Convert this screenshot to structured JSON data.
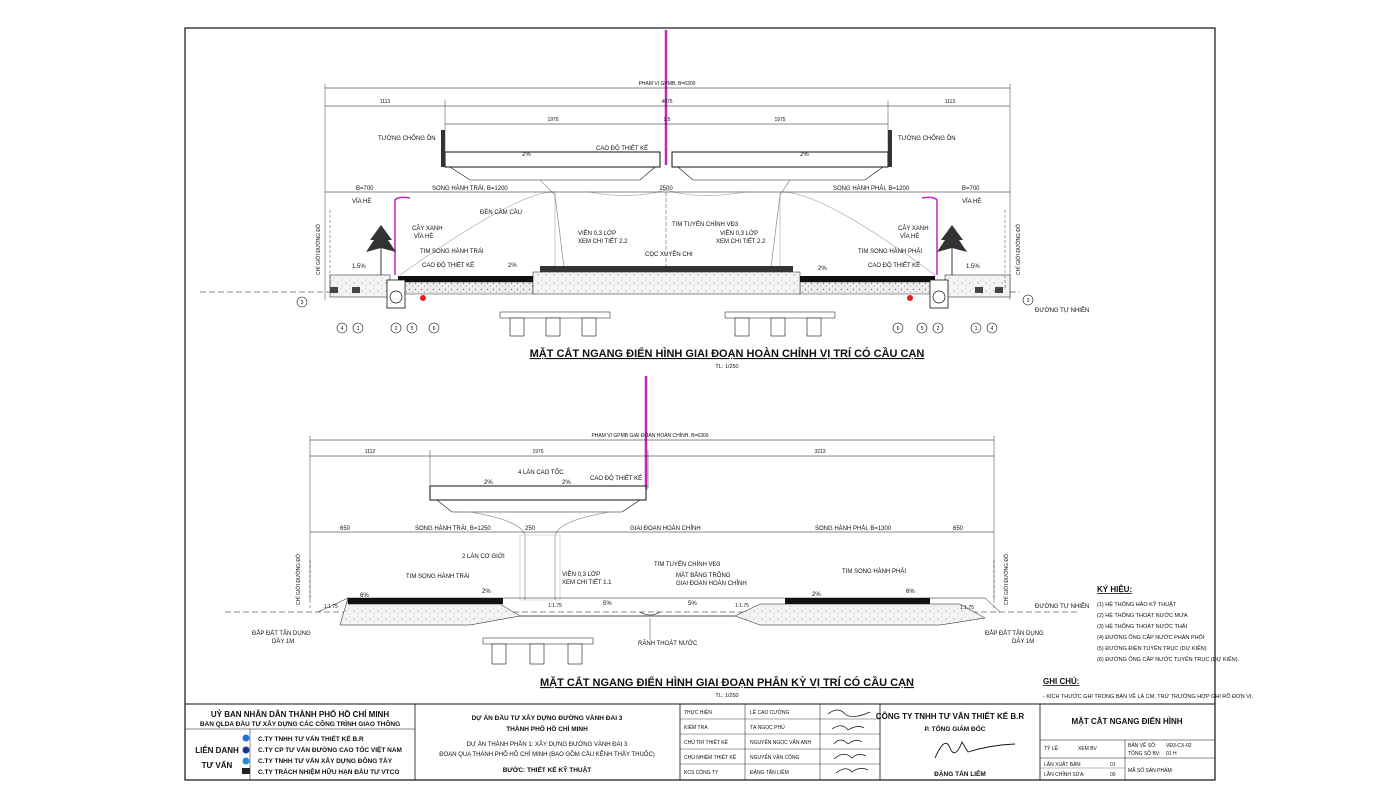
{
  "section1": {
    "title": "MẶT CẮT NGANG ĐIỂN HÌNH GIAI ĐOẠN HOÀN CHỈNH VỊ TRÍ CÓ CẦU CẠN",
    "scale": "TL: 1/250",
    "overall_dim": "PHẠM VI GPMB, B=6300",
    "dims": [
      "1113",
      "4075",
      "1113",
      "1975",
      "1.5",
      "1975",
      "B=700",
      "2500",
      "B=700"
    ],
    "labels": {
      "noise_wall_left": "TƯỜNG CHỐNG ỒN",
      "noise_wall_right": "TƯỜNG CHỐNG ỒN",
      "design_elev_top": "CAO ĐỘ THIẾT KẾ",
      "slope_left": "2%",
      "slope_right": "2%",
      "frontage_left": "SONG HÀNH TRÁI, B=1200",
      "frontage_right": "SONG HÀNH PHẢI, B=1200",
      "sidewalk_left": "VỈA HÈ",
      "sidewalk_right": "VỈA HÈ",
      "bridge_light": "ĐÈN CẦM CẦU",
      "tree_left": "CÂY XANH",
      "tree_left2": "VỈA HÈ",
      "tree_right": "CÂY XANH",
      "tree_right2": "VỈA HÈ",
      "centerline": "TIM TUYẾN CHÍNH VĐ3",
      "curb_left": "VIỀN 0,3 LỚP",
      "curb_left2": "XEM CHI TIẾT 2.2",
      "curb_right": "VIỀN 0,3 LỚP",
      "curb_right2": "XEM CHI TIẾT 2.2",
      "frontage_center_left": "TIM SONG HÀNH TRÁI",
      "frontage_center_right": "TIM SONG HÀNH PHẢI",
      "design_elev_left": "CAO ĐỘ THIẾT KẾ",
      "design_elev_right": "CAO ĐỘ THIẾT KẾ",
      "median": "CỌC XUYÊN CHI",
      "row_left": "CHỈ GIỚI ĐƯỜNG ĐỎ",
      "row_right": "CHỈ GIỚI ĐƯỜNG ĐỎ",
      "natural_ground": "ĐƯỜNG TỰ NHIÊN",
      "slope_l2": "2%",
      "slope_r2": "2%",
      "slope_l3": "1.5%",
      "slope_r3": "1.5%"
    },
    "markers_left": [
      "3",
      "4",
      "1",
      "2",
      "5",
      "6"
    ],
    "markers_right": [
      "6",
      "5",
      "2",
      "1",
      "4",
      "3"
    ]
  },
  "section2": {
    "title": "MẶT CẮT NGANG ĐIỂN HÌNH GIAI ĐOẠN PHÂN KỲ VỊ TRÍ CÓ CẦU CẠN",
    "scale": "TL: 1/250",
    "overall_dim": "PHẠM VI GPMB GIAI ĐOẠN HOÀN CHỈNH, B=6300",
    "dims": [
      "1112",
      "1975",
      "3213",
      "650",
      "250",
      "650"
    ],
    "labels": {
      "lanes": "4 LÀN CAO TỐC",
      "design_elev": "CAO ĐỘ THIẾT KẾ",
      "slope_a": "2%",
      "slope_b": "2%",
      "frontage_left": "SONG HÀNH TRÁI, B=1250",
      "final_stage": "GIAI ĐOẠN HOÀN CHỈNH",
      "frontage_right": "SONG HÀNH PHẢI, B=1300",
      "two_lanes": "2 LÀN CƠ GIỚI",
      "curb": "VIỀN 0,3 LỚP",
      "curb2": "XEM CHI TIẾT 1.1",
      "centerline": "TIM TUYẾN CHÍNH VĐ3",
      "future_ground": "MẶT BẰNG TRỐNG",
      "future_ground2": "GIAI ĐOẠN HOÀN CHỈNH",
      "frontage_center_left": "TIM SONG HÀNH TRÁI",
      "frontage_center_right": "TIM SONG HÀNH PHẢI",
      "row_left": "CHỈ GIỚI ĐƯỜNG ĐỎ",
      "row_right": "CHỈ GIỚI ĐƯỜNG ĐỎ",
      "natural_ground": "ĐƯỜNG TỰ NHIÊN",
      "fill_left": "ĐẮP ĐẤT TẬN DỤNG",
      "fill_left2": "DÀY 1M",
      "fill_right": "ĐẮP ĐẤT TẬN DỤNG",
      "fill_right2": "DÀY 1M",
      "drain": "RÃNH THOÁT NƯỚC",
      "s1": "6%",
      "s2": "2%",
      "s3": "5%",
      "s4": "5%",
      "s5": "2%",
      "s6": "6%",
      "sl_l": "1:1.75",
      "sl_l2": "1:1.75",
      "sl_r": "1:1.75",
      "sl_r2": "1:1.75"
    }
  },
  "legend": {
    "title": "KÝ HIỆU:",
    "items": [
      "(1)  HỆ THỐNG HÀO KỸ THUẬT",
      "(2)  HỆ THỐNG THOÁT NƯỚC MƯA",
      "(3)  HỆ THỐNG THOÁT NƯỚC THẢI",
      "(4)  ĐƯỜNG ỐNG CẤP NƯỚC PHÂN PHỐI",
      "(5)  ĐƯỜNG ĐIỆN TUYẾN TRỤC (DỰ KIẾN)",
      "(6)  ĐƯỜNG ỐNG CẤP NƯỚC TUYẾN TRỤC (DỰ KIẾN)."
    ],
    "notes_title": "GHI CHÚ:",
    "note": "- KÍCH THƯỚC GHI TRONG BẢN VẼ LÀ CM, TRỪ TRƯỜNG HỢP GHI RÕ ĐƠN VỊ."
  },
  "title_block": {
    "authority1": "UỶ BAN NHÂN DÂN THÀNH PHỐ HỒ CHÍ MINH",
    "authority2": "BAN QLDA ĐẦU TƯ XÂY DỰNG CÁC CÔNG TRÌNH GIAO THÔNG",
    "consortium1": "LIÊN DANH",
    "consortium2": "TƯ VẤN",
    "companies": [
      "C.TY TNHH TƯ VẤN THIẾT KẾ B.R",
      "C.TY CP TƯ VẤN ĐƯỜNG CAO TỐC VIỆT NAM",
      "C.TY TNHH TƯ VẤN XÂY DỰNG ĐÔNG TÂY",
      "C.TY TRÁCH NHIỆM HỮU HẠN  ĐẦU TƯ VTCO"
    ],
    "project1": "DỰ ÁN ĐẦU TƯ XÂY DỰNG ĐƯỜNG VÀNH ĐAI 3",
    "project2": "THÀNH PHỐ HỒ CHÍ MINH",
    "component1": "DỰ ÁN THÀNH PHẦN 1: XÂY DỰNG ĐƯỜNG VÀNH ĐAI 3",
    "component2": "ĐOẠN QUA THÀNH PHỐ HỒ CHÍ MINH (BAO GỒM CẦU KÊNH THẦY THUỐC)",
    "stage": "BƯỚC: THIẾT KẾ KỸ THUẬT",
    "roles": [
      {
        "role": "THỰC HIỆN",
        "name": "LÊ CAO CƯỜNG"
      },
      {
        "role": "KIỂM TRA",
        "name": "TẠ NGỌC PHÚ"
      },
      {
        "role": "CHỦ TRÌ THIẾT KẾ",
        "name": "NGUYỄN NGỌC VÂN ANH"
      },
      {
        "role": "CHỦ NHIỆM THIẾT KẾ",
        "name": "NGUYỄN VĂN CÔNG"
      },
      {
        "role": "KCS CÔNG TY",
        "name": "ĐẶNG TẤN LIÊM"
      }
    ],
    "firm": "CÔNG TY TNHH TƯ VẤN THIẾT KẾ",
    "firm_mark": "B.R",
    "director_title": "P. TỔNG GIÁM ĐỐC",
    "director_name": "ĐẶNG TẤN LIÊM",
    "drawing_title": "MẶT CẮT NGANG ĐIỂN HÌNH",
    "scale_label": "TỶ LỆ:",
    "scale_value": "XEM BV",
    "sheet_no_label": "BẢN VẼ SỐ:",
    "sheet_no": "VĐ3-CX-02",
    "total_label": "TỔNG SỐ BV:",
    "total": "01 H",
    "issue_label": "LẦN XUẤT BẢN:",
    "issue": "01",
    "rev_label": "LẦN CHỈNH SỬA:",
    "rev": "00",
    "product_label": "MÃ SỐ SẢN PHẨM:"
  },
  "colors": {
    "line": "#111111",
    "magenta": "#c026c0",
    "red": "#e02020",
    "fill": "#d9d9d9"
  }
}
